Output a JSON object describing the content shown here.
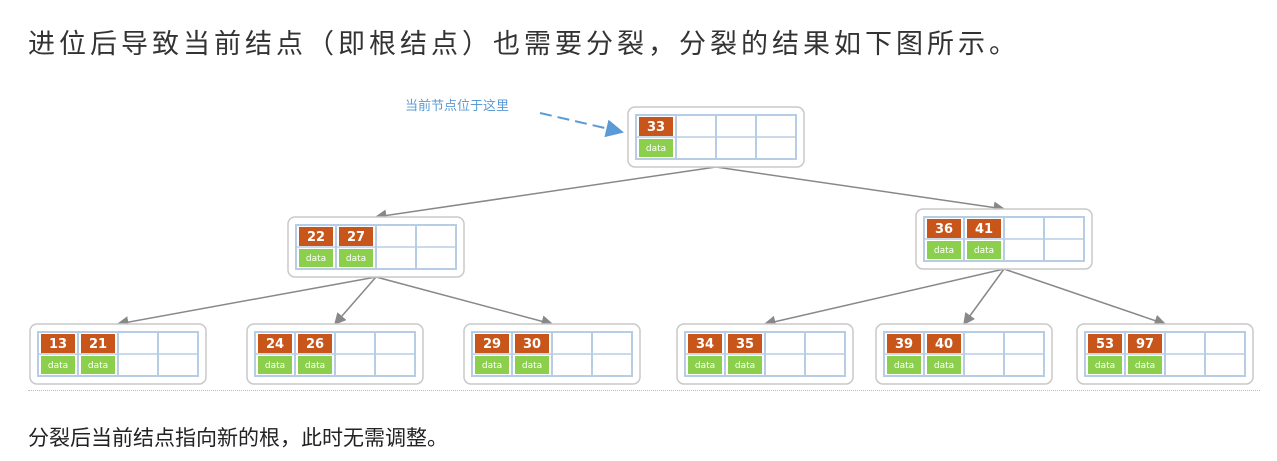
{
  "heading": "进位后导致当前结点（即根结点）也需要分裂，分裂的结果如下图所示。",
  "annotation": {
    "text": "当前节点位于这里"
  },
  "colors": {
    "key_fill": "#c8561a",
    "data_fill": "#8ccf4d",
    "slot_border": "#b7cde6",
    "node_border": "#c9c9c9",
    "edge": "#888888",
    "annotation": "#5b9bd5"
  },
  "tree": {
    "data_label": "data",
    "root": {
      "name": "root",
      "keys": [
        "33"
      ]
    },
    "internal": [
      {
        "name": "left",
        "keys": [
          "22",
          "27"
        ]
      },
      {
        "name": "right",
        "keys": [
          "36",
          "41"
        ]
      }
    ],
    "leaves": [
      {
        "name": "leaf-1",
        "keys": [
          "13",
          "21"
        ]
      },
      {
        "name": "leaf-2",
        "keys": [
          "24",
          "26"
        ]
      },
      {
        "name": "leaf-3",
        "keys": [
          "29",
          "30"
        ]
      },
      {
        "name": "leaf-4",
        "keys": [
          "34",
          "35"
        ]
      },
      {
        "name": "leaf-5",
        "keys": [
          "39",
          "40"
        ]
      },
      {
        "name": "leaf-6",
        "keys": [
          "53",
          "97"
        ]
      }
    ]
  },
  "caption": "分裂后当前结点指向新的根，此时无需调整。"
}
